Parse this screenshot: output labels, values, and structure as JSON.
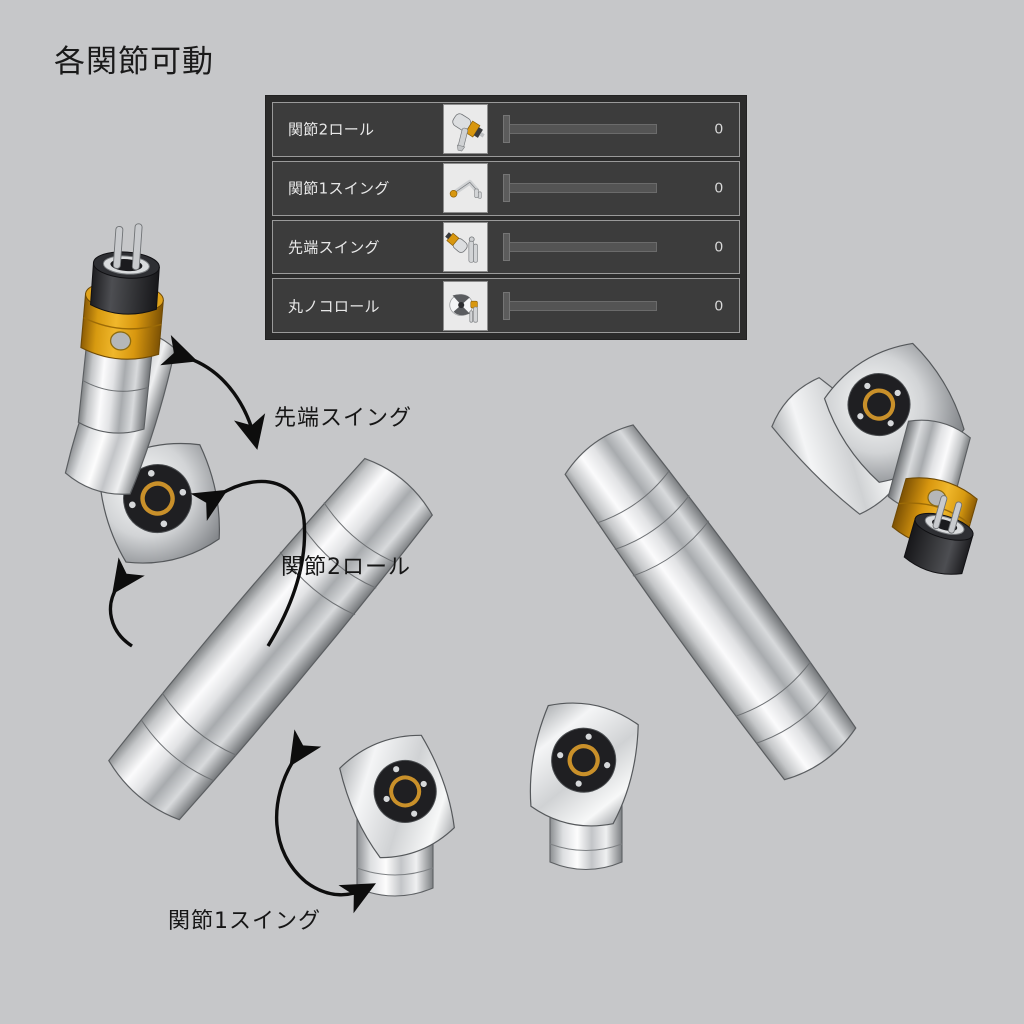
{
  "page": {
    "title": "各関節可動",
    "background_color": "#c6c7c9"
  },
  "control_panel": {
    "background_color": "#2b2b2b",
    "row_background_color": "#3c3c3c",
    "row_border_color": "#9a9a9a",
    "rows": [
      {
        "label": "関節2ロール",
        "thumbnail_icon": "tool-head-roll-icon",
        "slider_value": "0",
        "slider_position_percent": 0
      },
      {
        "label": "関節1スイング",
        "thumbnail_icon": "arm-swing1-icon",
        "slider_value": "0",
        "slider_position_percent": 0
      },
      {
        "label": "先端スイング",
        "thumbnail_icon": "tip-swing-icon",
        "slider_value": "0",
        "slider_position_percent": 0
      },
      {
        "label": "丸ノコロール",
        "thumbnail_icon": "circular-saw-roll-icon",
        "slider_value": "0",
        "slider_position_percent": 0
      }
    ]
  },
  "annotations": [
    {
      "id": "tip-swing",
      "text": "先端スイング"
    },
    {
      "id": "joint2-roll",
      "text": "関節2ロール"
    },
    {
      "id": "joint1-swing",
      "text": "関節1スイング"
    }
  ],
  "robot_arms": [
    {
      "name": "left-arm-pose-a",
      "description": "Robot arm rendered at left, tool head pointing up-left with orange collar",
      "accent_color": "#d8970f",
      "body_color": "#d9dadc"
    },
    {
      "name": "right-arm-pose-b",
      "description": "Robot arm rendered at right, tool head pointing down-right with orange collar",
      "accent_color": "#d8970f",
      "body_color": "#d9dadc"
    }
  ],
  "colors": {
    "accent_orange": "#d8970f",
    "metal_light": "#f2f3f4",
    "metal_mid": "#b9bbbe",
    "metal_dark": "#6e7174",
    "joint_black": "#26262a",
    "panel_dark": "#2b2b2b",
    "text_light": "#e8e8e8"
  }
}
